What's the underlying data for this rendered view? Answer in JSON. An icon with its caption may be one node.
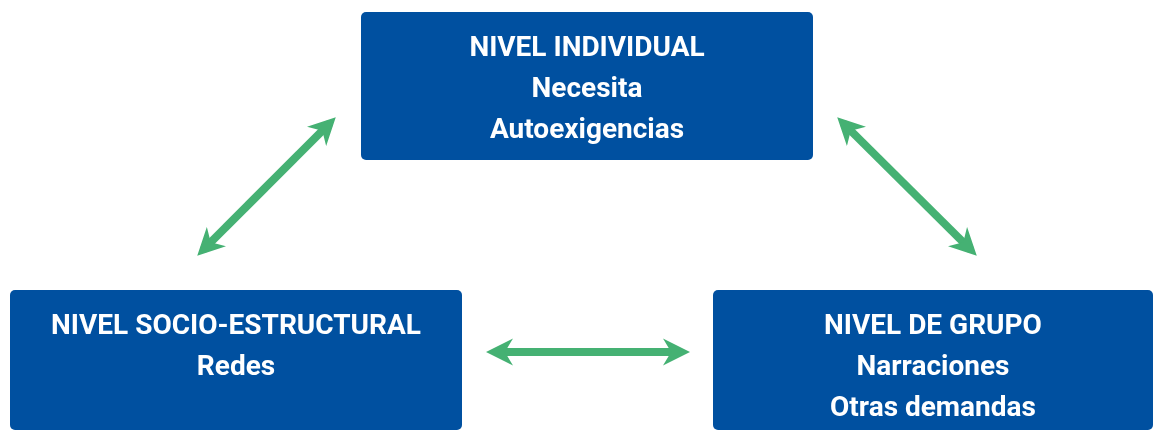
{
  "diagram": {
    "nodes": [
      {
        "text": [
          "NIVEL INDIVIDUAL",
          "Necesita",
          "Autoexigencias"
        ]
      },
      {
        "text": [
          "NIVEL SOCIO-ESTRUCTURAL",
          "Redes"
        ]
      },
      {
        "text": [
          "NIVEL DE GRUPO",
          "Narraciones",
          "Otras demandas"
        ]
      }
    ],
    "edges": [
      {
        "from": 0,
        "to": 1,
        "arrow": "both"
      },
      {
        "from": 0,
        "to": 2,
        "arrow": "both"
      },
      {
        "from": 1,
        "to": 2,
        "arrow": "both"
      }
    ]
  }
}
